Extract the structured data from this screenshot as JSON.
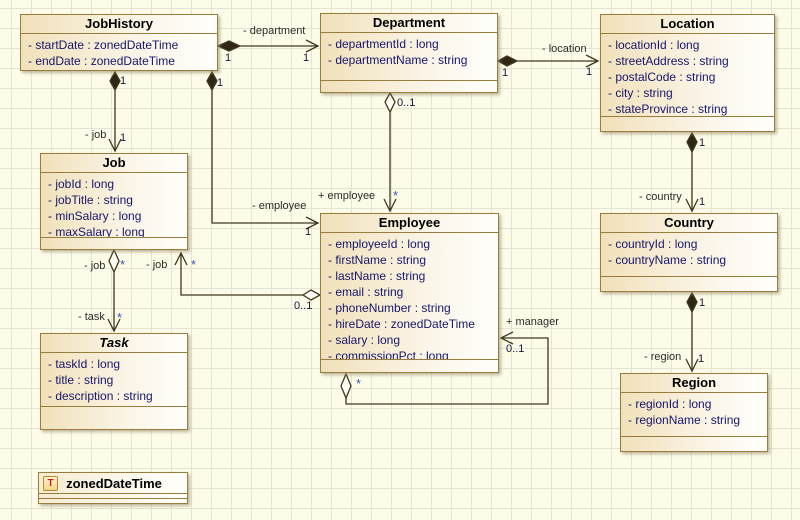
{
  "diagram": {
    "classes": {
      "jobHistory": {
        "name": "JobHistory",
        "attributes": [
          "- startDate : zonedDateTime",
          "- endDate : zonedDateTime"
        ]
      },
      "department": {
        "name": "Department",
        "attributes": [
          "- departmentId : long",
          "- departmentName : string"
        ]
      },
      "location": {
        "name": "Location",
        "attributes": [
          "- locationId : long",
          "- streetAddress : string",
          "- postalCode : string",
          "- city : string",
          "- stateProvince : string"
        ]
      },
      "job": {
        "name": "Job",
        "attributes": [
          "- jobId : long",
          "- jobTitle : string",
          "- minSalary : long",
          "- maxSalary : long"
        ]
      },
      "employee": {
        "name": "Employee",
        "attributes": [
          "- employeeId : long",
          "- firstName : string",
          "- lastName : string",
          "- email : string",
          "- phoneNumber : string",
          "- hireDate : zonedDateTime",
          "- salary : long",
          "- commissionPct : long"
        ]
      },
      "country": {
        "name": "Country",
        "attributes": [
          "- countryId : long",
          "- countryName : string"
        ]
      },
      "task": {
        "name": "Task",
        "abstract": true,
        "attributes": [
          "- taskId : long",
          "- title : string",
          "- description : string"
        ]
      },
      "region": {
        "name": "Region",
        "attributes": [
          "- regionId : long",
          "- regionName : string"
        ]
      }
    },
    "datatype": {
      "name": "zonedDateTime",
      "icon_letter": "T"
    },
    "labels": [
      {
        "text": "- department",
        "kind": "name"
      },
      {
        "text": "1",
        "kind": "mult"
      },
      {
        "text": "1",
        "kind": "mult"
      },
      {
        "text": "- location",
        "kind": "name"
      },
      {
        "text": "1",
        "kind": "mult"
      },
      {
        "text": "1",
        "kind": "mult"
      },
      {
        "text": "1",
        "kind": "mult"
      },
      {
        "text": "1",
        "kind": "mult"
      },
      {
        "text": "- job",
        "kind": "name"
      },
      {
        "text": "1",
        "kind": "mult"
      },
      {
        "text": "- employee",
        "kind": "name"
      },
      {
        "text": "1",
        "kind": "mult"
      },
      {
        "text": "0..1",
        "kind": "mult"
      },
      {
        "text": "+ employee",
        "kind": "name"
      },
      {
        "text": "*",
        "kind": "star"
      },
      {
        "text": "1",
        "kind": "mult"
      },
      {
        "text": "- country",
        "kind": "name"
      },
      {
        "text": "1",
        "kind": "mult"
      },
      {
        "text": "1",
        "kind": "mult"
      },
      {
        "text": "- region",
        "kind": "name"
      },
      {
        "text": "1",
        "kind": "mult"
      },
      {
        "text": "+ manager",
        "kind": "name"
      },
      {
        "text": "0..1",
        "kind": "mult"
      },
      {
        "text": "*",
        "kind": "star"
      },
      {
        "text": "- job",
        "kind": "name"
      },
      {
        "text": "*",
        "kind": "star"
      },
      {
        "text": "- task",
        "kind": "name"
      },
      {
        "text": "*",
        "kind": "star"
      },
      {
        "text": "- job",
        "kind": "name"
      },
      {
        "text": "*",
        "kind": "star"
      },
      {
        "text": "0..1",
        "kind": "mult"
      }
    ],
    "colors": {
      "background": "#fcfce8",
      "grid_line": "#e4e4d5",
      "box_border": "#997d3e",
      "box_fill_start": "#f1e1ba",
      "box_fill_end": "#fffffb",
      "attribute_text": "#16166b",
      "title_text": "#000000",
      "edge": "#41371f",
      "multiplicity_text": "#17173e",
      "star_text": "#3b57b5",
      "datatype_icon_letter": "#cc2020"
    }
  }
}
